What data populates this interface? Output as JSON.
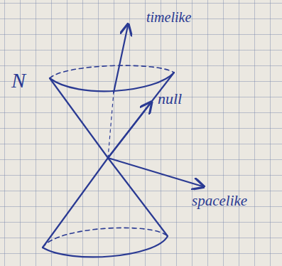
{
  "diagram": {
    "labels": [
      "N",
      "timelike",
      "null",
      "spacelike"
    ]
  }
}
